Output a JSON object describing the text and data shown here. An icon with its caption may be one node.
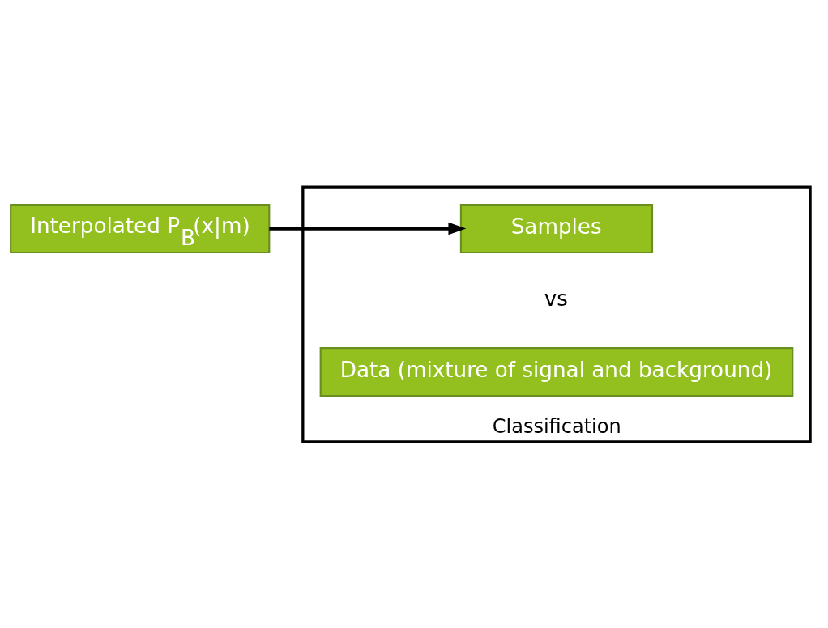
{
  "diagram": {
    "nodes": [
      {
        "text": [
          "Interpolated P$_{B}$(x|m)"
        ]
      },
      {
        "text": [
          "Classification"
        ]
      },
      {
        "text": [
          "Samples"
        ],
        "in": 1
      },
      {
        "text": [
          "Data (mixture of signal and background)"
        ],
        "in": 1
      }
    ],
    "edges": [
      {
        "from": 0,
        "to": 2,
        "arrow": "to"
      }
    ],
    "labels": [
      "vs"
    ]
  }
}
